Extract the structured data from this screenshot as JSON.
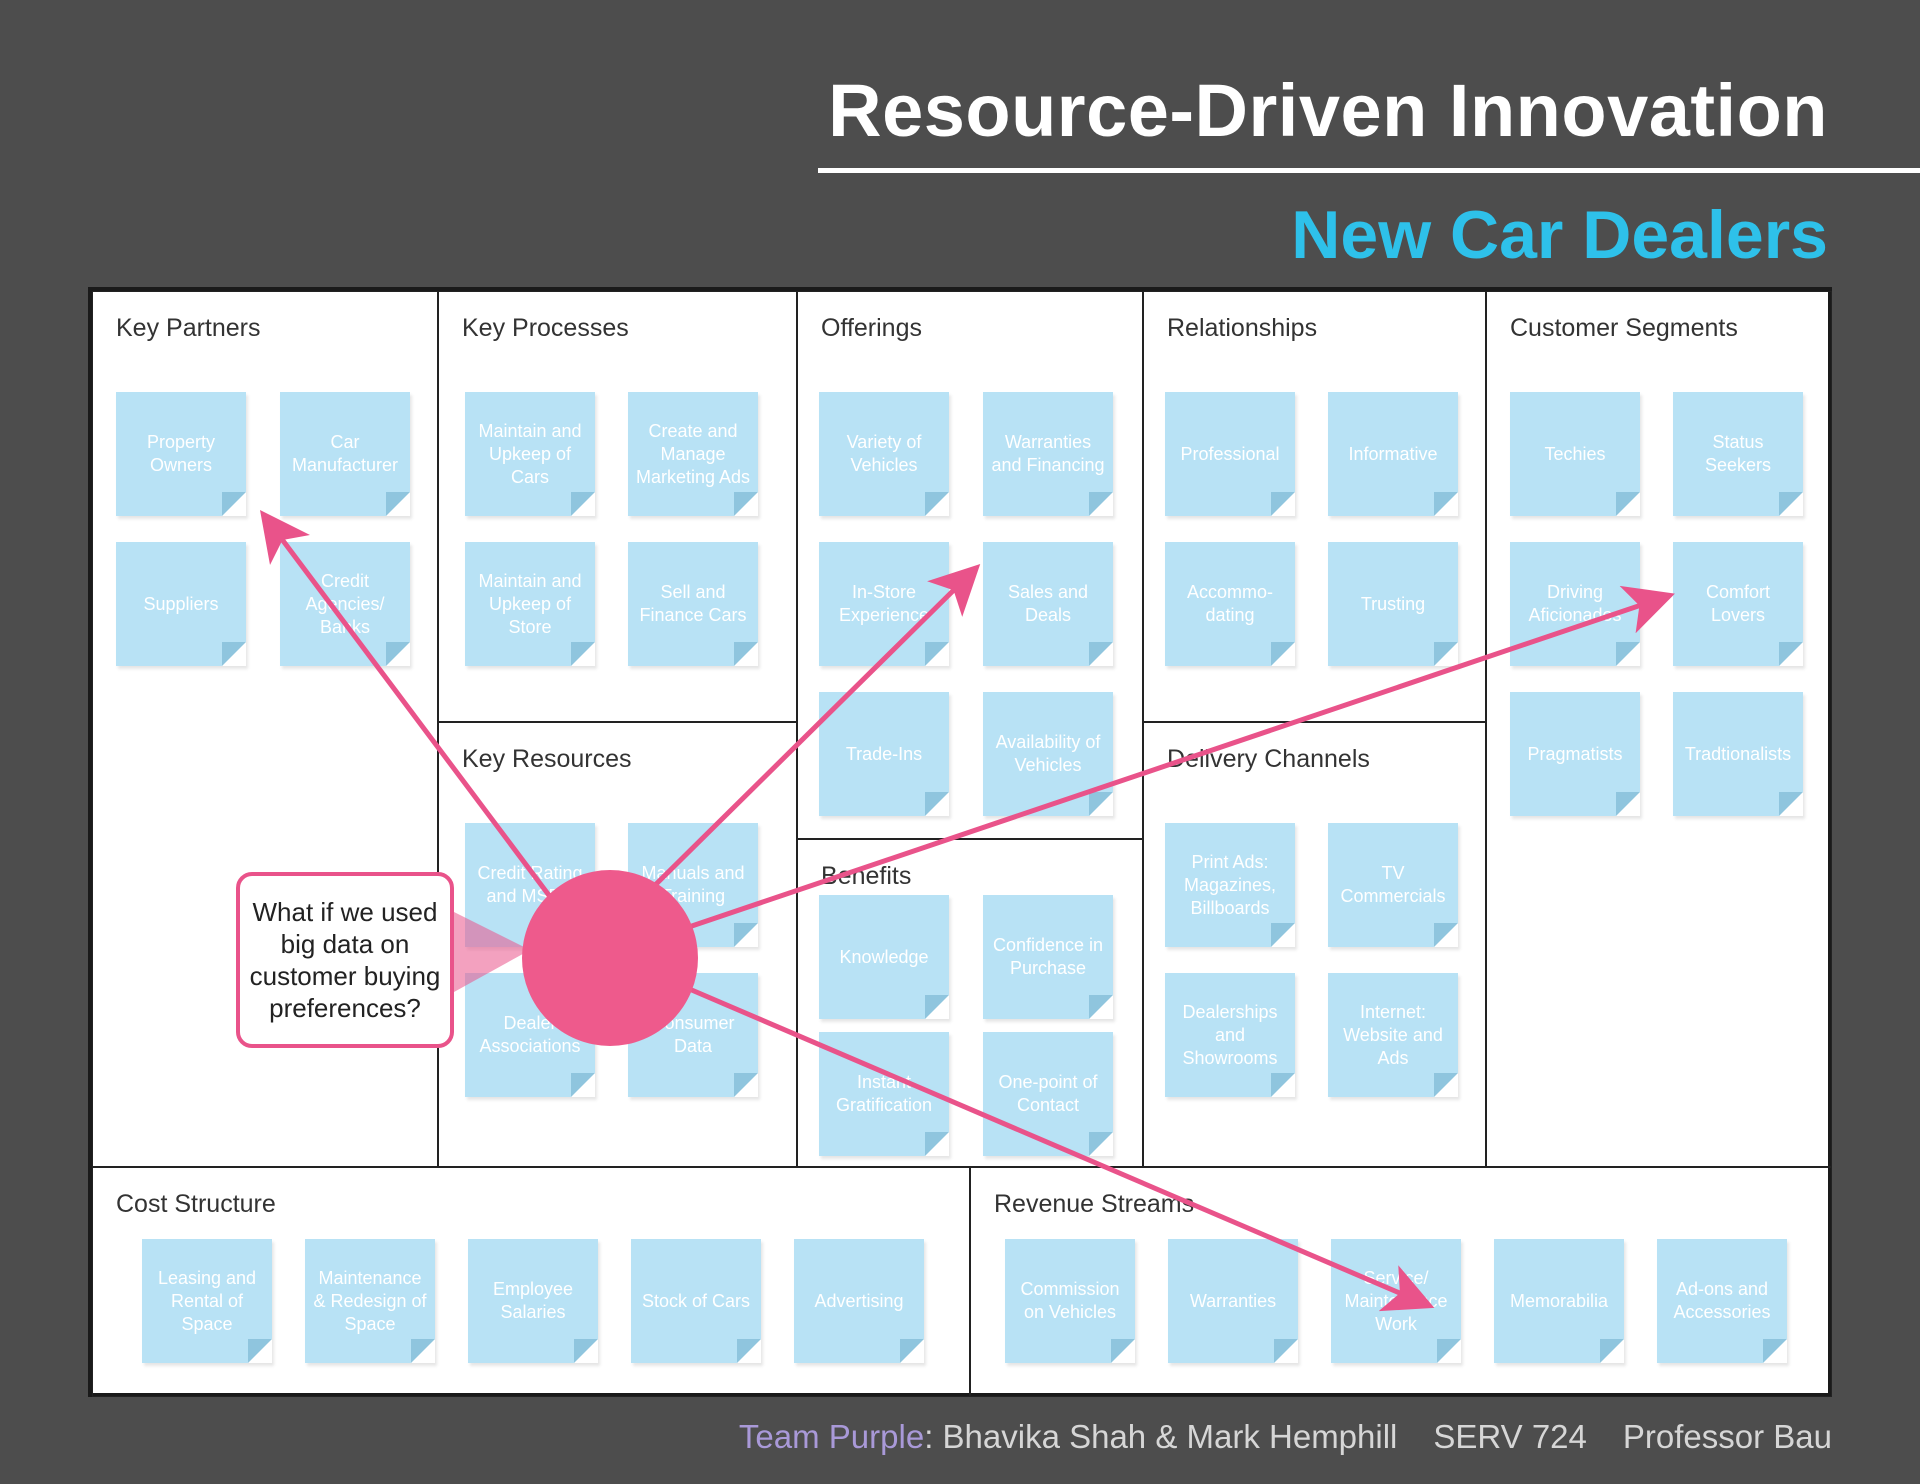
{
  "header": {
    "title": "Resource-Driven Innovation",
    "subtitle": "New Car Dealers",
    "subtitle_color": "#2ec1ea"
  },
  "blocks": {
    "key_partners": {
      "label": "Key Partners",
      "notes": [
        "Property Owners",
        "Car Manufacturer",
        "Suppliers",
        "Credit Agencies/ Banks"
      ]
    },
    "key_processes": {
      "label": "Key Processes",
      "notes": [
        "Maintain and Upkeep of Cars",
        "Create and Manage Marketing Ads",
        "Maintain and Upkeep of Store",
        "Sell and Finance Cars"
      ]
    },
    "key_resources": {
      "label": "Key Resources",
      "notes": [
        "Credit Rating and MSRP",
        "Manuals and Training",
        "Dealer Associations",
        "Consumer Data"
      ]
    },
    "offerings": {
      "label": "Offerings",
      "notes": [
        "Variety of Vehicles",
        "Warranties and Financing",
        "In-Store Experience",
        "Sales and Deals",
        "Trade-Ins",
        "Availability of Vehicles"
      ]
    },
    "benefits": {
      "label": "Benefits",
      "notes": [
        "Knowledge",
        "Confidence in Purchase",
        "Instant Gratification",
        "One-point of Contact"
      ]
    },
    "relationships": {
      "label": "Relationships",
      "notes": [
        "Professional",
        "Informative",
        "Accommo-dating",
        "Trusting"
      ]
    },
    "delivery_channels": {
      "label": "Delivery Channels",
      "notes": [
        "Print Ads: Magazines, Billboards",
        "TV Commercials",
        "Dealerships and Showrooms",
        "Internet: Website and Ads"
      ]
    },
    "customer_segments": {
      "label": "Customer Segments",
      "notes": [
        "Techies",
        "Status Seekers",
        "Driving Aficionados",
        "Comfort Lovers",
        "Pragmatists",
        "Tradtionalists"
      ]
    },
    "cost_structure": {
      "label": "Cost Structure",
      "notes": [
        "Leasing and Rental of Space",
        "Maintenance & Redesign of Space",
        "Employee Salaries",
        "Stock of Cars",
        "Advertising"
      ]
    },
    "revenue_streams": {
      "label": "Revenue Streams",
      "notes": [
        "Commission on Vehicles",
        "Warranties",
        "Service/ Maintenance Work",
        "Memorabilia",
        "Ad-ons and Accessories"
      ]
    }
  },
  "callout": {
    "text": "What if we used big data on customer buying preferences?",
    "color": "#e9538a"
  },
  "footer": {
    "team": "Team Purple",
    "members": ": Bhavika Shah & Mark Hemphill",
    "course": "SERV 724",
    "professor": "Professor Bau"
  }
}
